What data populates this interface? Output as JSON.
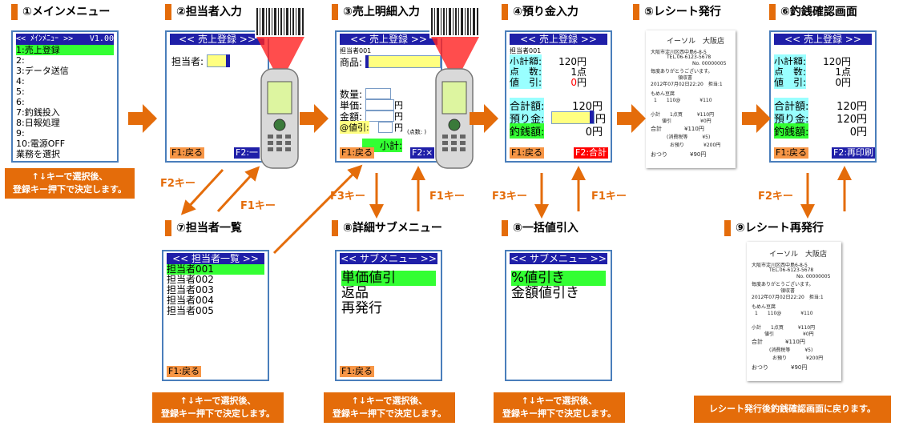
{
  "steps": {
    "s1": "①メインメニュー",
    "s2": "②担当者入力",
    "s3": "③売上明細入力",
    "s4": "④預り金入力",
    "s5": "⑤レシート発行",
    "s6": "⑥釣銭確認画面",
    "s7": "⑦担当者一覧",
    "s8": "⑧詳細サブメニュー",
    "s9": "⑧一括値引入",
    "s10": "⑨レシート再発行"
  },
  "main_menu": {
    "header_left": "<< ﾒｲﾝﾒﾆｭｰ >>",
    "header_right": "V1.00",
    "items": [
      "1:売上登録",
      "2:",
      "3:データ送信",
      "4:",
      "5:",
      "6:",
      "7:釣銭投入",
      "8:日報処理",
      "9:",
      "10:電源OFF",
      "業務を選択"
    ]
  },
  "screen2": {
    "header": "<< 売上登録 >>",
    "label": "担当者:",
    "f1": "F1:戻る",
    "f2": "F2:一"
  },
  "screen3": {
    "header": "<< 売上登録 >>",
    "staff": "担当者001",
    "product_label": "商品:",
    "qty_label": "数量:",
    "unit_label": "単価:",
    "amount_label": "金額:",
    "discount_label": "@値引:",
    "yen1": "円",
    "yen2": "円",
    "yen3": "円",
    "points": "(点数:  )",
    "subtotal_label": "小計:",
    "f1": "F1:戻る",
    "f2": "F2:×"
  },
  "screen4": {
    "header": "<< 売上登録 >>",
    "staff": "担当者001",
    "subtotal_label": "小計額:",
    "subtotal": "120円",
    "points_label": "点　数:",
    "points": "1点",
    "discount_label": "値　引:",
    "discount_num": "0",
    "discount_unit": "円",
    "total_label": "合計額:",
    "total": "120円",
    "deposit_label": "預り金:",
    "deposit_unit": "円",
    "change_label": "釣銭額:",
    "change": "0円",
    "f1": "F1:戻る",
    "f2": "F2:合計"
  },
  "screen6": {
    "header": "<< 売上登録 >>",
    "subtotal_label": "小計額:",
    "subtotal": "120円",
    "points_label": "点　数:",
    "points": "1点",
    "discount_label": "値　引:",
    "discount": "0円",
    "total_label": "合計額:",
    "total": "120円",
    "deposit_label": "預り金:",
    "deposit": "120円",
    "change_label": "釣銭額:",
    "change": "0円",
    "f1": "F1:戻る",
    "f2": "F2:再印刷"
  },
  "screen7": {
    "header": "<< 担当者一覧 >>",
    "items": [
      "担当者001",
      "担当者002",
      "担当者003",
      "担当者004",
      "担当者005"
    ],
    "f1": "F1:戻る"
  },
  "screen8": {
    "header": "<< サブメニュー >>",
    "items": [
      "単価値引",
      "返品",
      "再発行"
    ],
    "f1": "F1:戻る"
  },
  "screen9": {
    "header": "<< サブメニュー >>",
    "items": [
      "%値引き",
      "金額値引き"
    ]
  },
  "receipt": {
    "shop": "イーソル　大阪店",
    "address": "大阪市淀川区西中島6-8-5",
    "tel": "TEL.06-6123-5678",
    "no": "No. 00000005",
    "thanks": "毎度ありがとうございます。",
    "title": "領収書",
    "datetime": "2012年07月02日22:20　担当:1",
    "item": "もめん豆腐",
    "item_line": "1　　110@　　　　¥110",
    "subtotal": "小計　　1点買　　　¥110円",
    "discount": "値引　　　　　　¥0円",
    "total": "合計　　　　¥110円",
    "tax": "(消費税等　　　¥5)",
    "deposit": "お預り　　　　¥200円",
    "change": "おつり　　　　¥90円"
  },
  "notes": {
    "n1": "↑↓キーで選択後、\n登録キー押下で決定します。",
    "n2": "↑↓キーで選択後、\n登録キー押下で決定します。",
    "n3": "↑↓キーで選択後、\n登録キー押下で決定します。",
    "n4": "↑↓キーで選択後、\n登録キー押下で決定します。",
    "n5": "レシート発行後釣銭確認画面に戻ります。"
  },
  "keys": {
    "k_f2_a": "F2キー",
    "k_f1_a": "F1キー",
    "k_f3_a": "F3キー",
    "k_f1_b": "F1キー",
    "k_f3_b": "F3キー",
    "k_f1_c": "F1キー",
    "k_f2_b": "F2キー"
  },
  "colors": {
    "accent": "#e46c0a",
    "screen_header": "#1f1fa8",
    "highlight": "#33ff33",
    "frame": "#4a7ebb"
  }
}
